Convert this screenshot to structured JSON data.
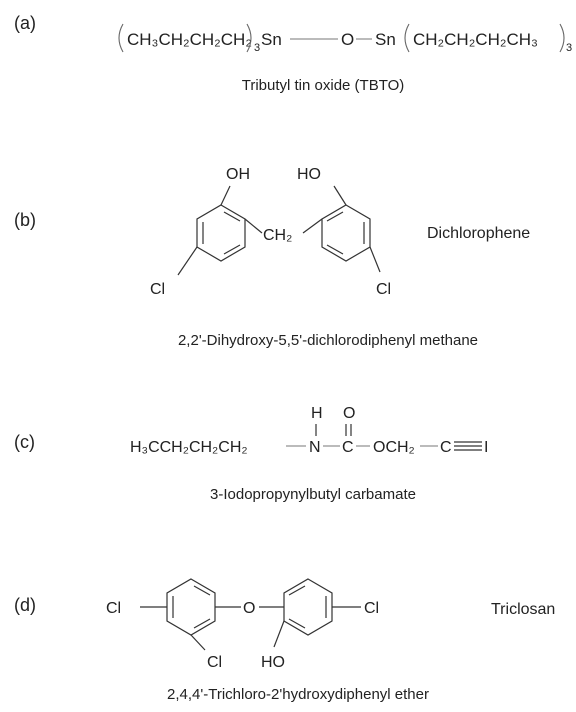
{
  "panels": {
    "a": {
      "label": "(a)",
      "formula": {
        "left_group": "CH₃CH₂CH₂CH₂",
        "left_sub": "3",
        "sn": "Sn",
        "o": "O",
        "right_group": "CH₂CH₂CH₂CH₃",
        "right_sub": "3"
      },
      "caption": "Tributyl tin oxide (TBTO)"
    },
    "b": {
      "label": "(b)",
      "oh_left": "OH",
      "ho_right": "HO",
      "ch2": "CH₂",
      "cl_left": "Cl",
      "cl_right": "Cl",
      "name": "Dichlorophene",
      "caption": "2,2'-Dihydroxy-5,5'-dichlorodiphenyl methane"
    },
    "c": {
      "label": "(c)",
      "h": "H",
      "o_top": "O",
      "chain": "H₃CCH₂CH₂CH₂",
      "n": "N",
      "c": "C",
      "och2": "OCH₂",
      "c_triple": "C",
      "i": "I",
      "caption": "3-Iodopropynylbutyl carbamate"
    },
    "d": {
      "label": "(d)",
      "cl_left": "Cl",
      "o_bridge": "O",
      "cl_right": "Cl",
      "cl_bottom": "Cl",
      "ho_bottom": "HO",
      "name": "Triclosan",
      "caption": "2,4,4'-Trichloro-2'hydroxydiphenyl ether"
    }
  }
}
